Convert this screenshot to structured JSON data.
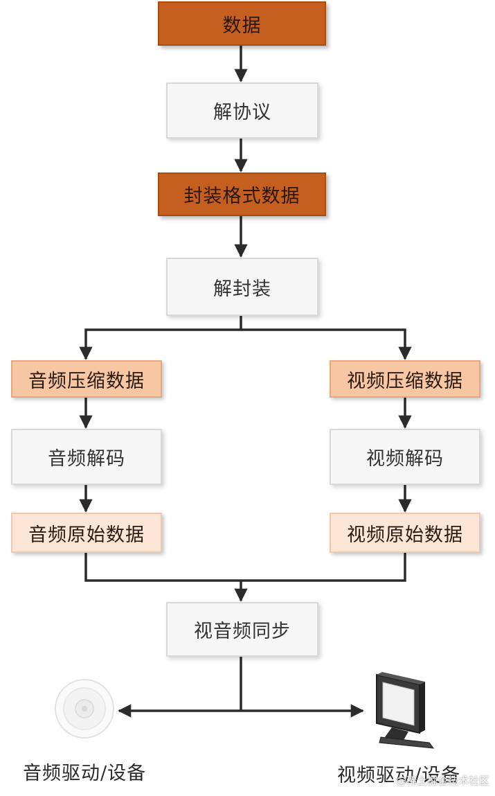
{
  "nodes": {
    "data": "数据",
    "deprotocol": "解协议",
    "container_data": "封装格式数据",
    "demux": "解封装",
    "audio_compressed": "音频压缩数据",
    "video_compressed": "视频压缩数据",
    "audio_decode": "音频解码",
    "video_decode": "视频解码",
    "audio_raw": "音频原始数据",
    "video_raw": "视频原始数据",
    "av_sync": "视音频同步"
  },
  "devices": {
    "audio": "音频驱动/设备",
    "video": "视频驱动/设备"
  },
  "watermark": "@稀土掘金技术社区",
  "colors": {
    "dark_box": "#c45f1f",
    "mid_box": "#f7c6a3",
    "light_box": "#fbe6d8",
    "plain_box": "#f7f7f7",
    "line": "#2b2b2b"
  }
}
